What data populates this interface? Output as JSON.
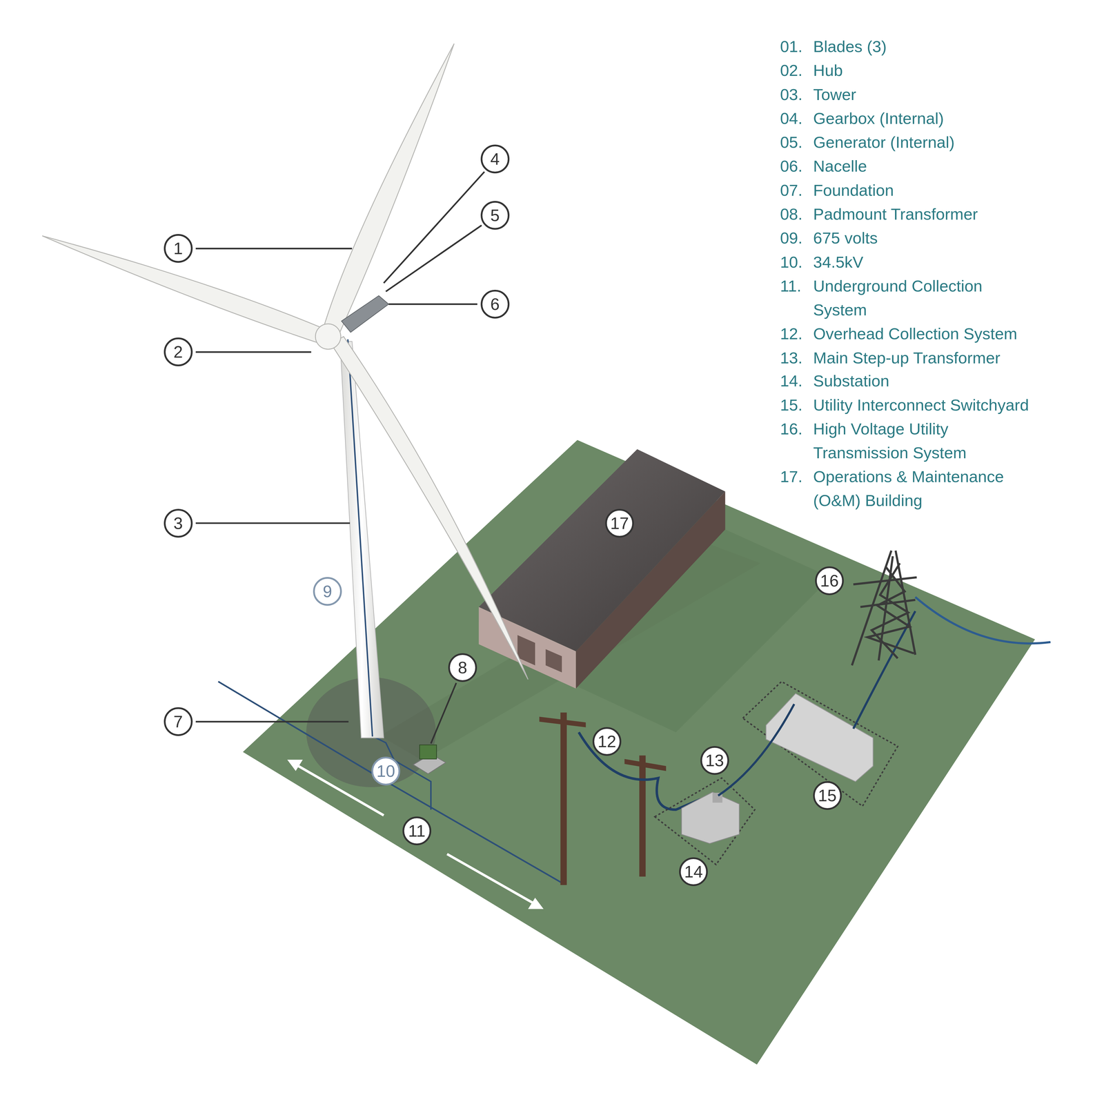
{
  "diagram": {
    "nodes": [
      {
        "text": [
          "1"
        ]
      },
      {
        "text": [
          "2"
        ]
      },
      {
        "text": [
          "3"
        ]
      },
      {
        "text": [
          "4"
        ]
      },
      {
        "text": [
          "5"
        ]
      },
      {
        "text": [
          "6"
        ]
      },
      {
        "text": [
          "7"
        ]
      },
      {
        "text": [
          "8"
        ]
      },
      {
        "text": [
          "9"
        ]
      },
      {
        "text": [
          "10"
        ]
      },
      {
        "text": [
          "11"
        ]
      },
      {
        "text": [
          "12"
        ]
      },
      {
        "text": [
          "13"
        ]
      },
      {
        "text": [
          "14"
        ]
      },
      {
        "text": [
          "15"
        ]
      },
      {
        "text": [
          "16"
        ]
      },
      {
        "text": [
          "17"
        ]
      }
    ],
    "labels": [
      "01.",
      "Blades (3)",
      "02.",
      "Hub",
      "03.",
      "Tower",
      "04.",
      "Gearbox (Internal)",
      "05.",
      "Generator (Internal)",
      "06.",
      "Nacelle",
      "07.",
      "Foundation",
      "08.",
      "Padmount Transformer",
      "09.",
      "675 volts",
      "10.",
      "34.5kV",
      "11.",
      "Underground Collection System",
      "12.",
      "Overhead Collection System",
      "13.",
      "Main Step-up Transformer",
      "14.",
      "Substation",
      "15.",
      "Utility Interconnect Switchyard",
      "16.",
      "High Voltage Utility Transmission System",
      "17.",
      "Operations & Maintenance (O&M) Building"
    ]
  }
}
